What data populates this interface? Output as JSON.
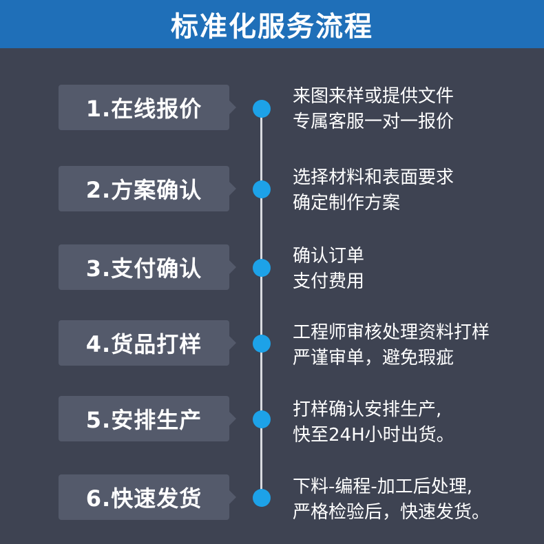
{
  "header": {
    "title": "标准化服务流程"
  },
  "steps": [
    {
      "label": "1.在线报价",
      "lines": [
        "来图来样或提供文件",
        "专属客服一对一报价"
      ]
    },
    {
      "label": "2.方案确认",
      "lines": [
        "选择材料和表面要求",
        "确定制作方案"
      ]
    },
    {
      "label": "3.支付确认",
      "lines": [
        "确认订单",
        "支付费用"
      ]
    },
    {
      "label": "4.货品打样",
      "lines": [
        "工程师审核处理资料打样",
        "严谨审单，避免瑕疵"
      ]
    },
    {
      "label": "5.安排生产",
      "lines": [
        "打样确认安排生产,",
        "快至24H小时出货。"
      ]
    },
    {
      "label": "6.快速发货",
      "lines": [
        "下料-编程-加工后处理,",
        "严格检验后，快速发货。"
      ]
    }
  ],
  "colors": {
    "background": "#3e4352",
    "header": "#1f6fb8",
    "step_box": "#545a6b",
    "dot": "#1da2e8",
    "line": "#d9dbe0"
  }
}
